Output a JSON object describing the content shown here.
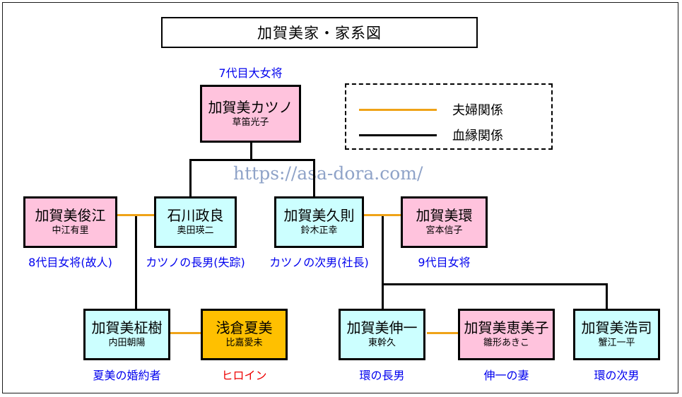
{
  "title": "加賀美家・家系図",
  "watermark": "https://asa-dora.com/",
  "colors": {
    "pink": "#ffc3dd",
    "cyan": "#ccffff",
    "gold": "#ffc000",
    "marriage_line": "#efa318",
    "blood_line": "#000000",
    "caption_blue": "#0000ee",
    "caption_red": "#ee0000"
  },
  "legend": {
    "marriage_label": "夫婦関係",
    "blood_label": "血縁関係"
  },
  "people": {
    "katsuno": {
      "name": "加賀美カツノ",
      "actor": "草笛光子",
      "caption": "7代目大女将"
    },
    "toshie": {
      "name": "加賀美俊江",
      "actor": "中江有里",
      "caption": "8代目女将(故人)"
    },
    "masayoshi": {
      "name": "石川政良",
      "actor": "奥田瑛二",
      "caption": "カツノの長男(失踪)"
    },
    "hisanori": {
      "name": "加賀美久則",
      "actor": "鈴木正幸",
      "caption": "カツノの次男(社長)"
    },
    "tamaki": {
      "name": "加賀美環",
      "actor": "宮本信子",
      "caption": "9代目女将"
    },
    "masaki": {
      "name": "加賀美柾樹",
      "actor": "内田朝陽",
      "caption": "夏美の婚約者"
    },
    "natsumi": {
      "name": "浅倉夏美",
      "actor": "比嘉愛未",
      "caption": "ヒロイン"
    },
    "shinichi": {
      "name": "加賀美伸一",
      "actor": "東幹久",
      "caption": "環の長男"
    },
    "emiko": {
      "name": "加賀美恵美子",
      "actor": "雛形あきこ",
      "caption": "伸一の妻"
    },
    "koji": {
      "name": "加賀美浩司",
      "actor": "蟹江一平",
      "caption": "環の次男"
    }
  }
}
